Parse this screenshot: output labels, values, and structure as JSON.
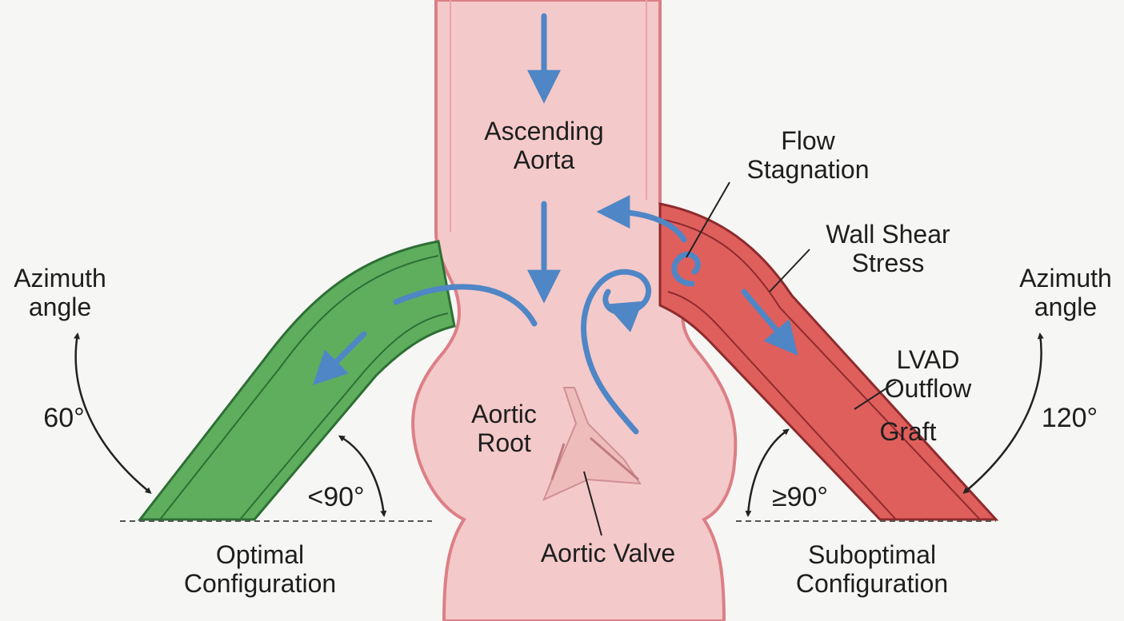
{
  "labels": {
    "ascending_aorta": [
      "Ascending",
      "Aorta"
    ],
    "flow_stagnation": [
      "Flow",
      "Stagnation"
    ],
    "wall_shear_stress": [
      "Wall Shear",
      "Stress"
    ],
    "lvad_outflow_graft": [
      "LVAD",
      "Outflow",
      "Graft"
    ],
    "aortic_root": [
      "Aortic",
      "Root"
    ],
    "aortic_valve": "Aortic Valve",
    "azimuth_left": [
      "Azimuth",
      "angle"
    ],
    "azimuth_right": [
      "Azimuth",
      "angle"
    ],
    "angle_left_azimuth": "60°",
    "angle_right_azimuth": "120°",
    "angle_left_insertion": "<90°",
    "angle_right_insertion": "≥90°",
    "optimal_configuration": [
      "Optimal",
      "Configuration"
    ],
    "suboptimal_configuration": [
      "Suboptimal",
      "Configuration"
    ]
  },
  "colors": {
    "aorta_fill": "#f4c9c9",
    "aorta_wall": "#dc7f86",
    "optimal_graft": "#5eae5e",
    "optimal_graft_edge": "#2e6f34",
    "suboptimal_graft": "#df5f5c",
    "suboptimal_graft_edge": "#8e2b2d",
    "flow_arrow": "#4f86c6",
    "text": "#1e1e1e"
  }
}
